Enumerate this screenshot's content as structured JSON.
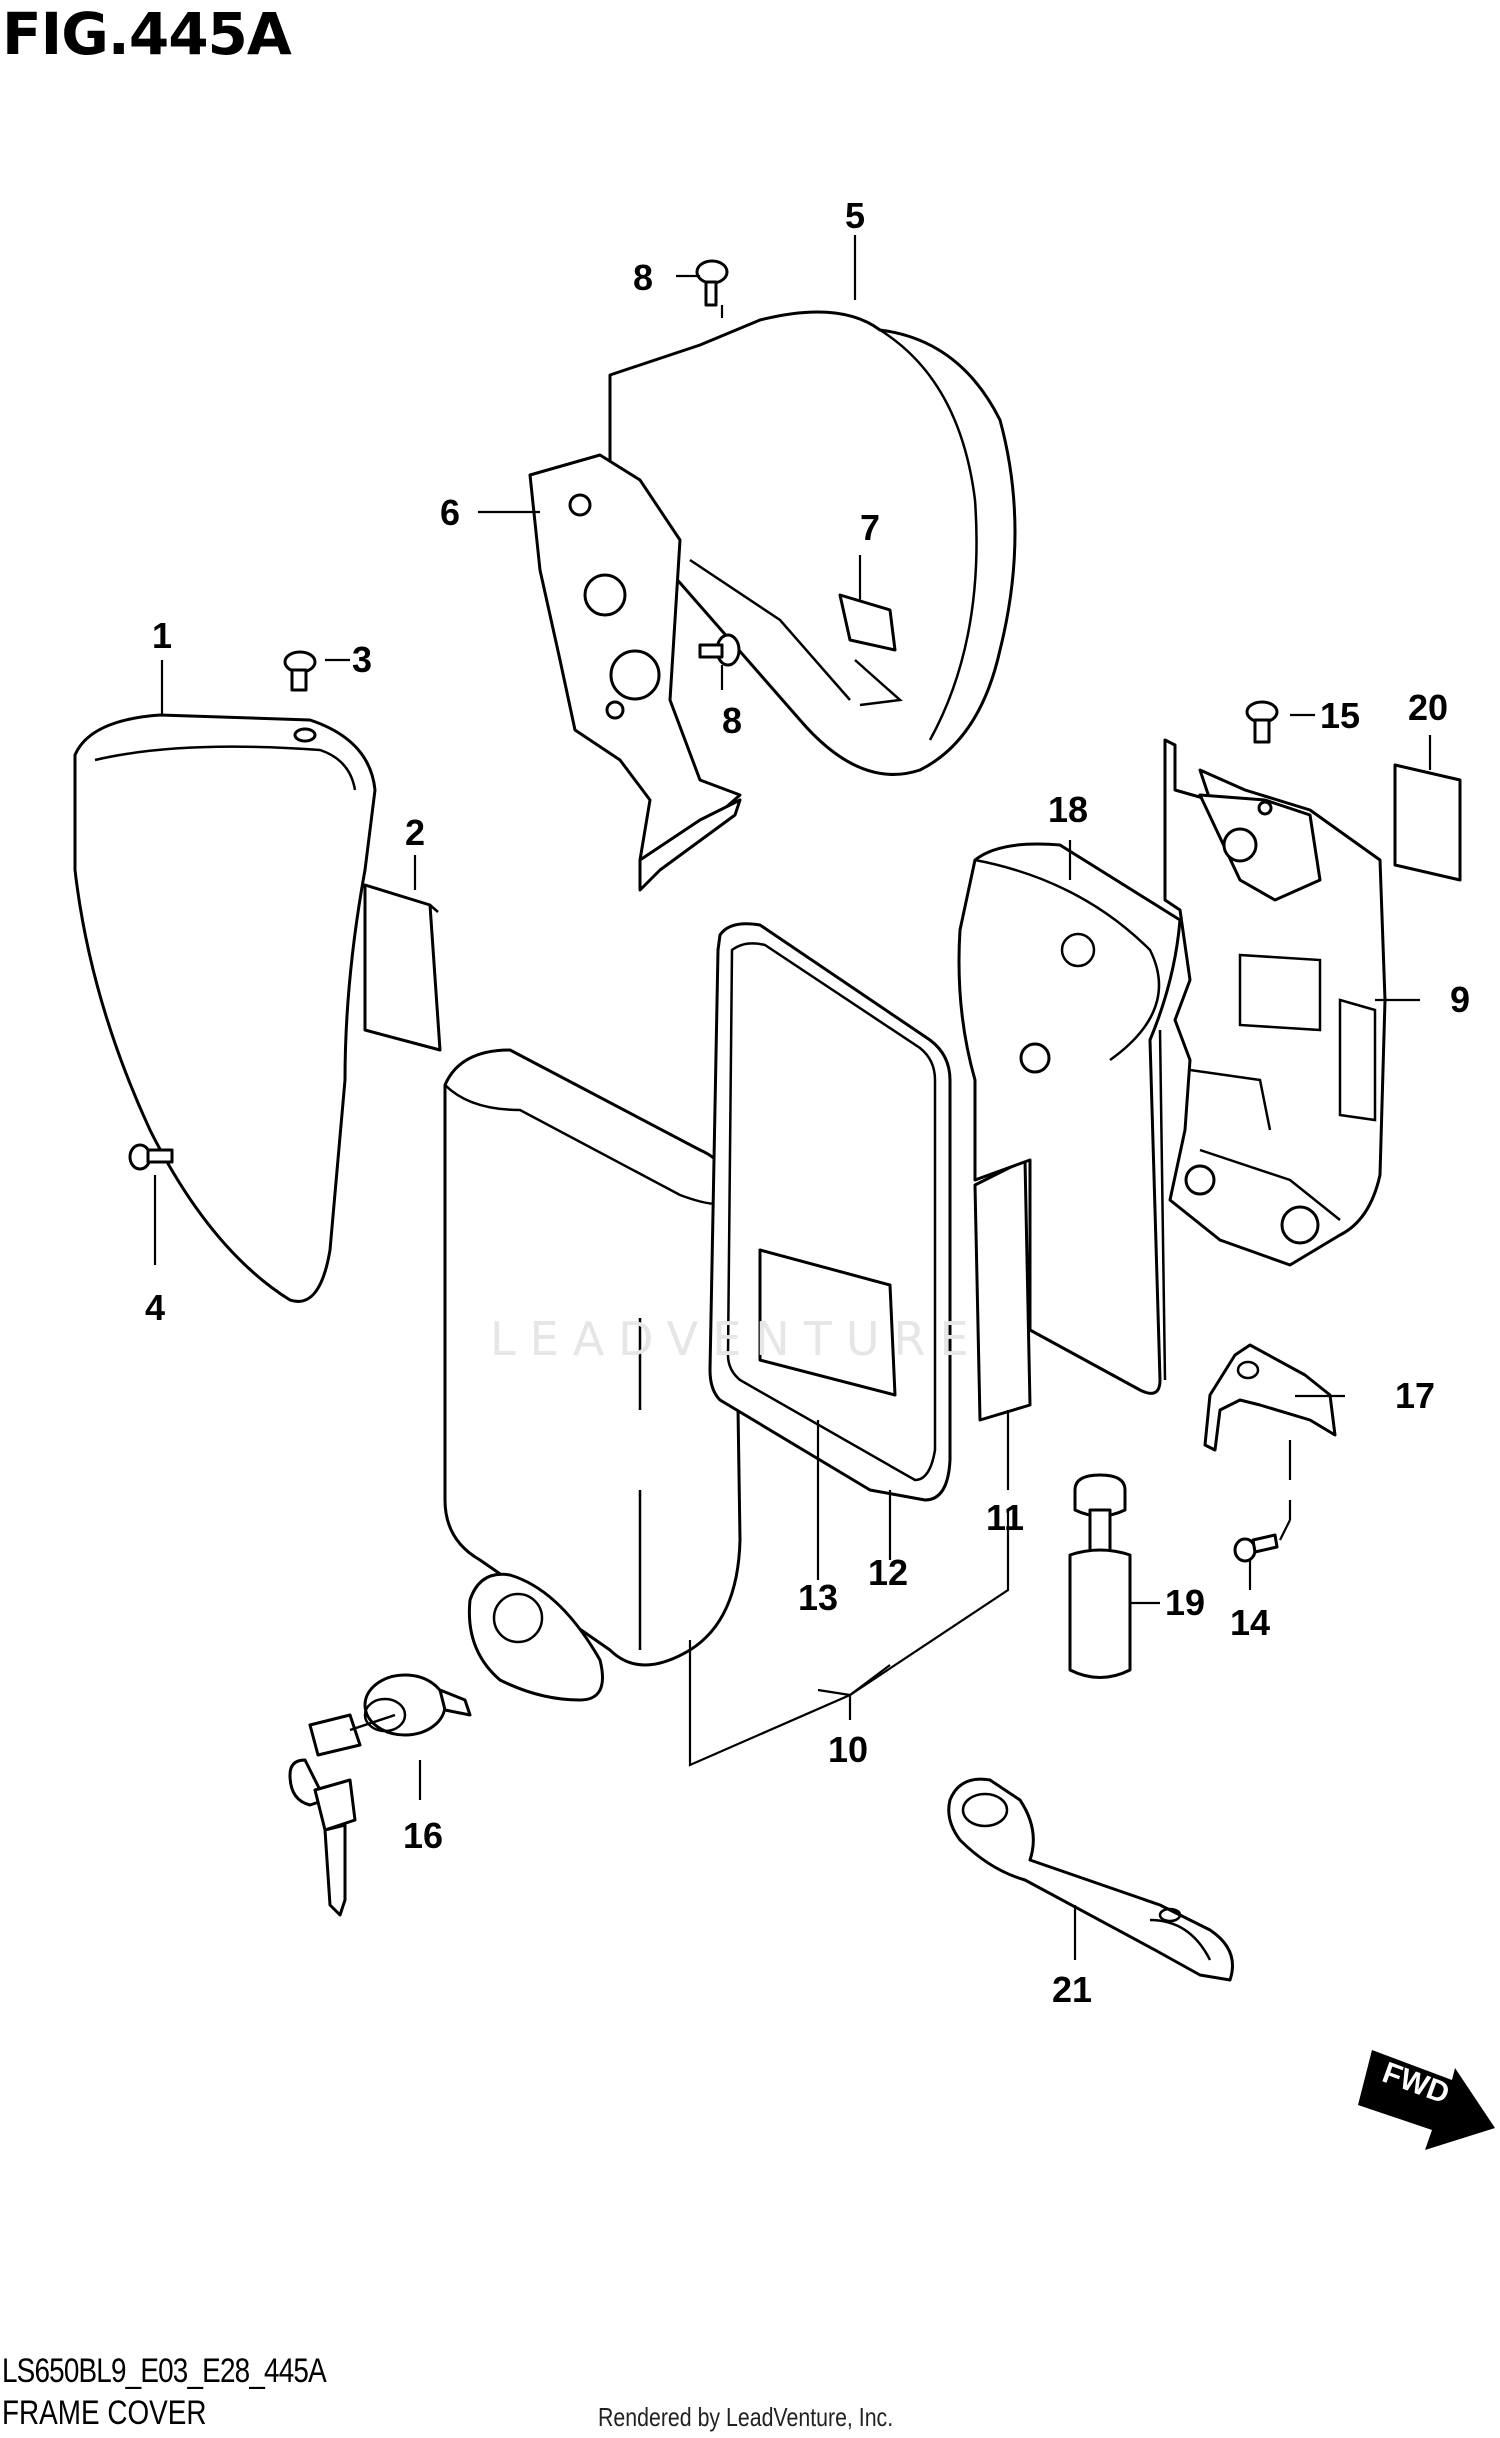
{
  "figure": {
    "title": "FIG.445A",
    "code": "LS650BL9_E03_E28_445A",
    "caption": "FRAME COVER",
    "rendered_by": "Rendered by LeadVenture, Inc.",
    "watermark": "LEADVENTURE",
    "direction_label": "FWD"
  },
  "callouts": [
    "1",
    "2",
    "3",
    "4",
    "5",
    "6",
    "7",
    "8",
    "8",
    "9",
    "10",
    "11",
    "12",
    "13",
    "14",
    "15",
    "16",
    "17",
    "18",
    "19",
    "20",
    "21"
  ]
}
